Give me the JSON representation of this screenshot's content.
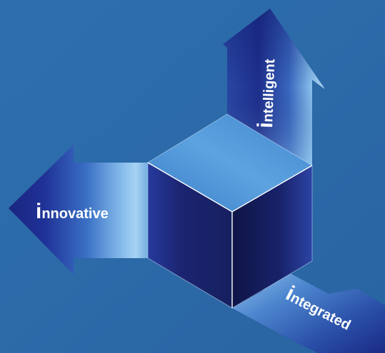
{
  "diagram": {
    "labels": {
      "innovative": {
        "first_letter": "i",
        "rest": "nnovative"
      },
      "intelligent": {
        "first_letter": "i",
        "rest": "ntelligent"
      },
      "integrated": {
        "first_letter": "i",
        "rest": "ntegrated"
      }
    },
    "colors": {
      "background": "#2b6aa8",
      "arrow_dark": "#1a2580",
      "arrow_light": "#a7d3f3",
      "cube_top": "#4d94d6",
      "cube_front": "#1b2470",
      "cube_side": "#141a55",
      "edge_highlight": "#ffffff",
      "text": "#ffffff"
    }
  }
}
